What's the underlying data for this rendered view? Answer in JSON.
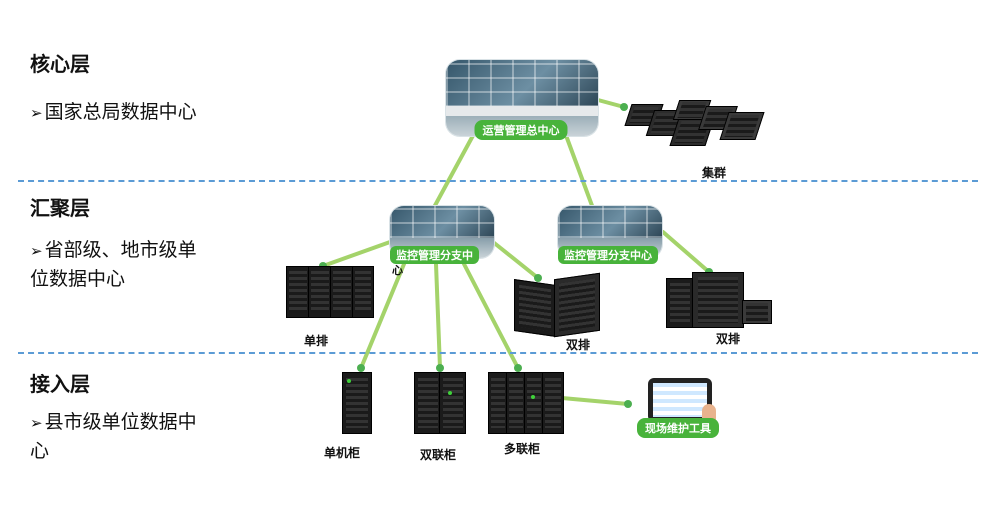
{
  "layers": [
    {
      "title": "核心层",
      "desc": "国家总局数据中心"
    },
    {
      "title": "汇聚层",
      "desc_line1": "省部级、地市级单",
      "desc_line2": "位数据中心"
    },
    {
      "title": "接入层",
      "desc_line1": "县市级单位数据中",
      "desc_line2": "心"
    }
  ],
  "bullet_glyph": "➢",
  "nodes": {
    "hq": "运营管理总中心",
    "cluster": "集群",
    "branch_left_line1": "监控管理分支中",
    "branch_left_line2": "心",
    "branch_right": "监控管理分支中心",
    "single_row": "单排",
    "double_row_1": "双排",
    "double_row_2": "双排",
    "single_cabinet": "单机柜",
    "dual_cabinet": "双联柜",
    "multi_cabinet": "多联柜",
    "field_tool": "现场维护工具"
  },
  "colors": {
    "link": "#a4d36a",
    "link_dot": "#4caf50",
    "badge": "#48b33b",
    "divider": "#5b9bd5"
  }
}
